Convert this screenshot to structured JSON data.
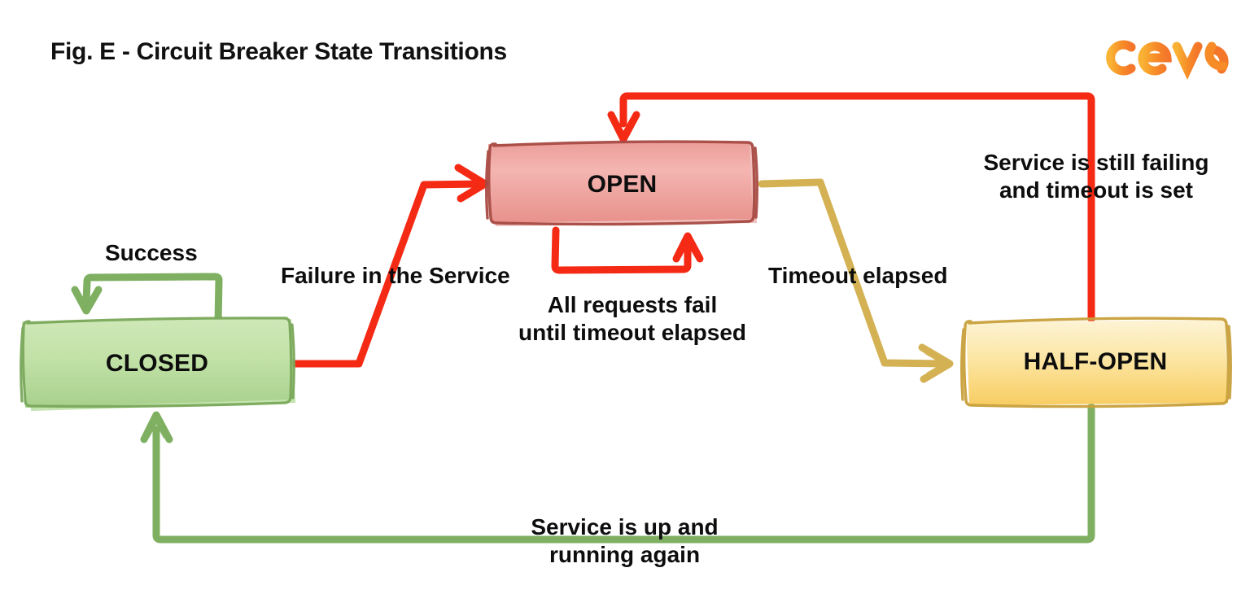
{
  "page": {
    "title": "Fig. E - Circuit Breaker State Transitions",
    "background": "#ffffff"
  },
  "brand": {
    "name": "cevo",
    "logo_icon": "cevo-logo",
    "color_start": "#F9B233",
    "color_end": "#F4762A"
  },
  "diagram": {
    "type": "state-machine",
    "nodes": [
      {
        "id": "closed",
        "label": "CLOSED",
        "fill_light": "#d8ecc3",
        "fill_dark": "#a6ce8a",
        "stroke": "#7aa85a"
      },
      {
        "id": "open",
        "label": "OPEN",
        "fill_light": "#f2aaa6",
        "fill_dark": "#e98a86",
        "stroke": "#a84a43"
      },
      {
        "id": "half-open",
        "label": "HALF-OPEN",
        "fill_light": "#fdf3d3",
        "fill_dark": "#f8cf63",
        "stroke": "#c9a13c"
      }
    ],
    "edges": [
      {
        "id": "closed-self",
        "from": "closed",
        "to": "closed",
        "label": "Success",
        "color": "#7fb062"
      },
      {
        "id": "closed-to-open",
        "from": "closed",
        "to": "open",
        "label": "Failure in the Service",
        "color": "#F42A15"
      },
      {
        "id": "open-self",
        "from": "open",
        "to": "open",
        "label": "All requests fail\nuntil timeout elapsed",
        "color": "#F42A15"
      },
      {
        "id": "open-to-halfopen",
        "from": "open",
        "to": "half-open",
        "label": "Timeout elapsed",
        "color": "#D4B254"
      },
      {
        "id": "halfopen-to-open",
        "from": "half-open",
        "to": "open",
        "label": "Service is still failing\nand timeout is set",
        "color": "#F42A15"
      },
      {
        "id": "halfopen-to-closed",
        "from": "half-open",
        "to": "closed",
        "label": "Service is up and\nrunning again",
        "color": "#7fb062"
      }
    ]
  }
}
